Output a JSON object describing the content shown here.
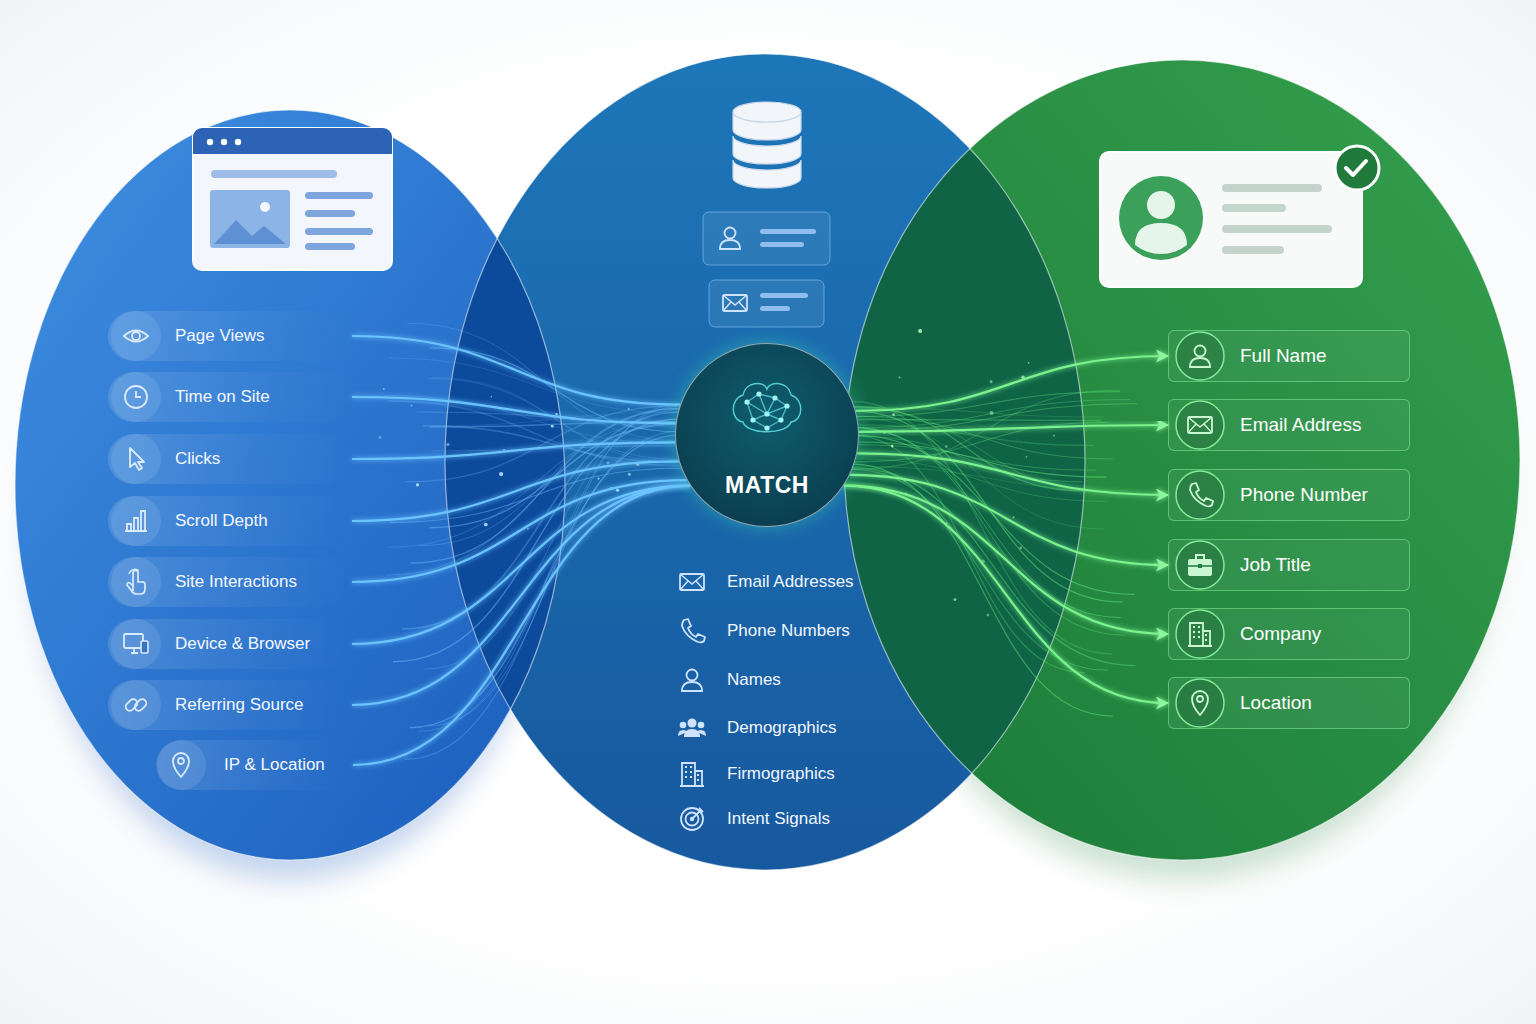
{
  "diagram": {
    "nodes": [
      {
        "text": [
          "Page Views"
        ]
      },
      {
        "text": [
          "Time on Site"
        ]
      },
      {
        "text": [
          "Clicks"
        ]
      },
      {
        "text": [
          "Scroll Depth"
        ]
      },
      {
        "text": [
          "Site Interactions"
        ]
      },
      {
        "text": [
          "Device & Browser"
        ]
      },
      {
        "text": [
          "Referring Source"
        ]
      },
      {
        "text": [
          "IP & Location"
        ]
      },
      {
        "text": [
          "MATCH"
        ]
      },
      {
        "text": [
          "Full Name"
        ]
      },
      {
        "text": [
          "Email Address"
        ]
      },
      {
        "text": [
          "Phone Number"
        ]
      },
      {
        "text": [
          "Job Title"
        ]
      },
      {
        "text": [
          "Company"
        ]
      },
      {
        "text": [
          "Location"
        ]
      }
    ],
    "edges": [
      {
        "from": 0,
        "to": 8,
        "arrow": "none"
      },
      {
        "from": 1,
        "to": 8,
        "arrow": "none"
      },
      {
        "from": 2,
        "to": 8,
        "arrow": "none"
      },
      {
        "from": 3,
        "to": 8,
        "arrow": "none"
      },
      {
        "from": 4,
        "to": 8,
        "arrow": "none"
      },
      {
        "from": 5,
        "to": 8,
        "arrow": "none"
      },
      {
        "from": 6,
        "to": 8,
        "arrow": "none"
      },
      {
        "from": 7,
        "to": 8,
        "arrow": "none"
      },
      {
        "from": 8,
        "to": 9,
        "arrow": "to"
      },
      {
        "from": 8,
        "to": 10,
        "arrow": "to"
      },
      {
        "from": 8,
        "to": 11,
        "arrow": "to"
      },
      {
        "from": 8,
        "to": 12,
        "arrow": "to"
      },
      {
        "from": 8,
        "to": 13,
        "arrow": "to"
      },
      {
        "from": 8,
        "to": 14,
        "arrow": "to"
      }
    ],
    "labels": [
      "Email Addresses",
      "Phone Numbers",
      "Names",
      "Demographics",
      "Firmographics",
      "Intent Signals"
    ]
  }
}
